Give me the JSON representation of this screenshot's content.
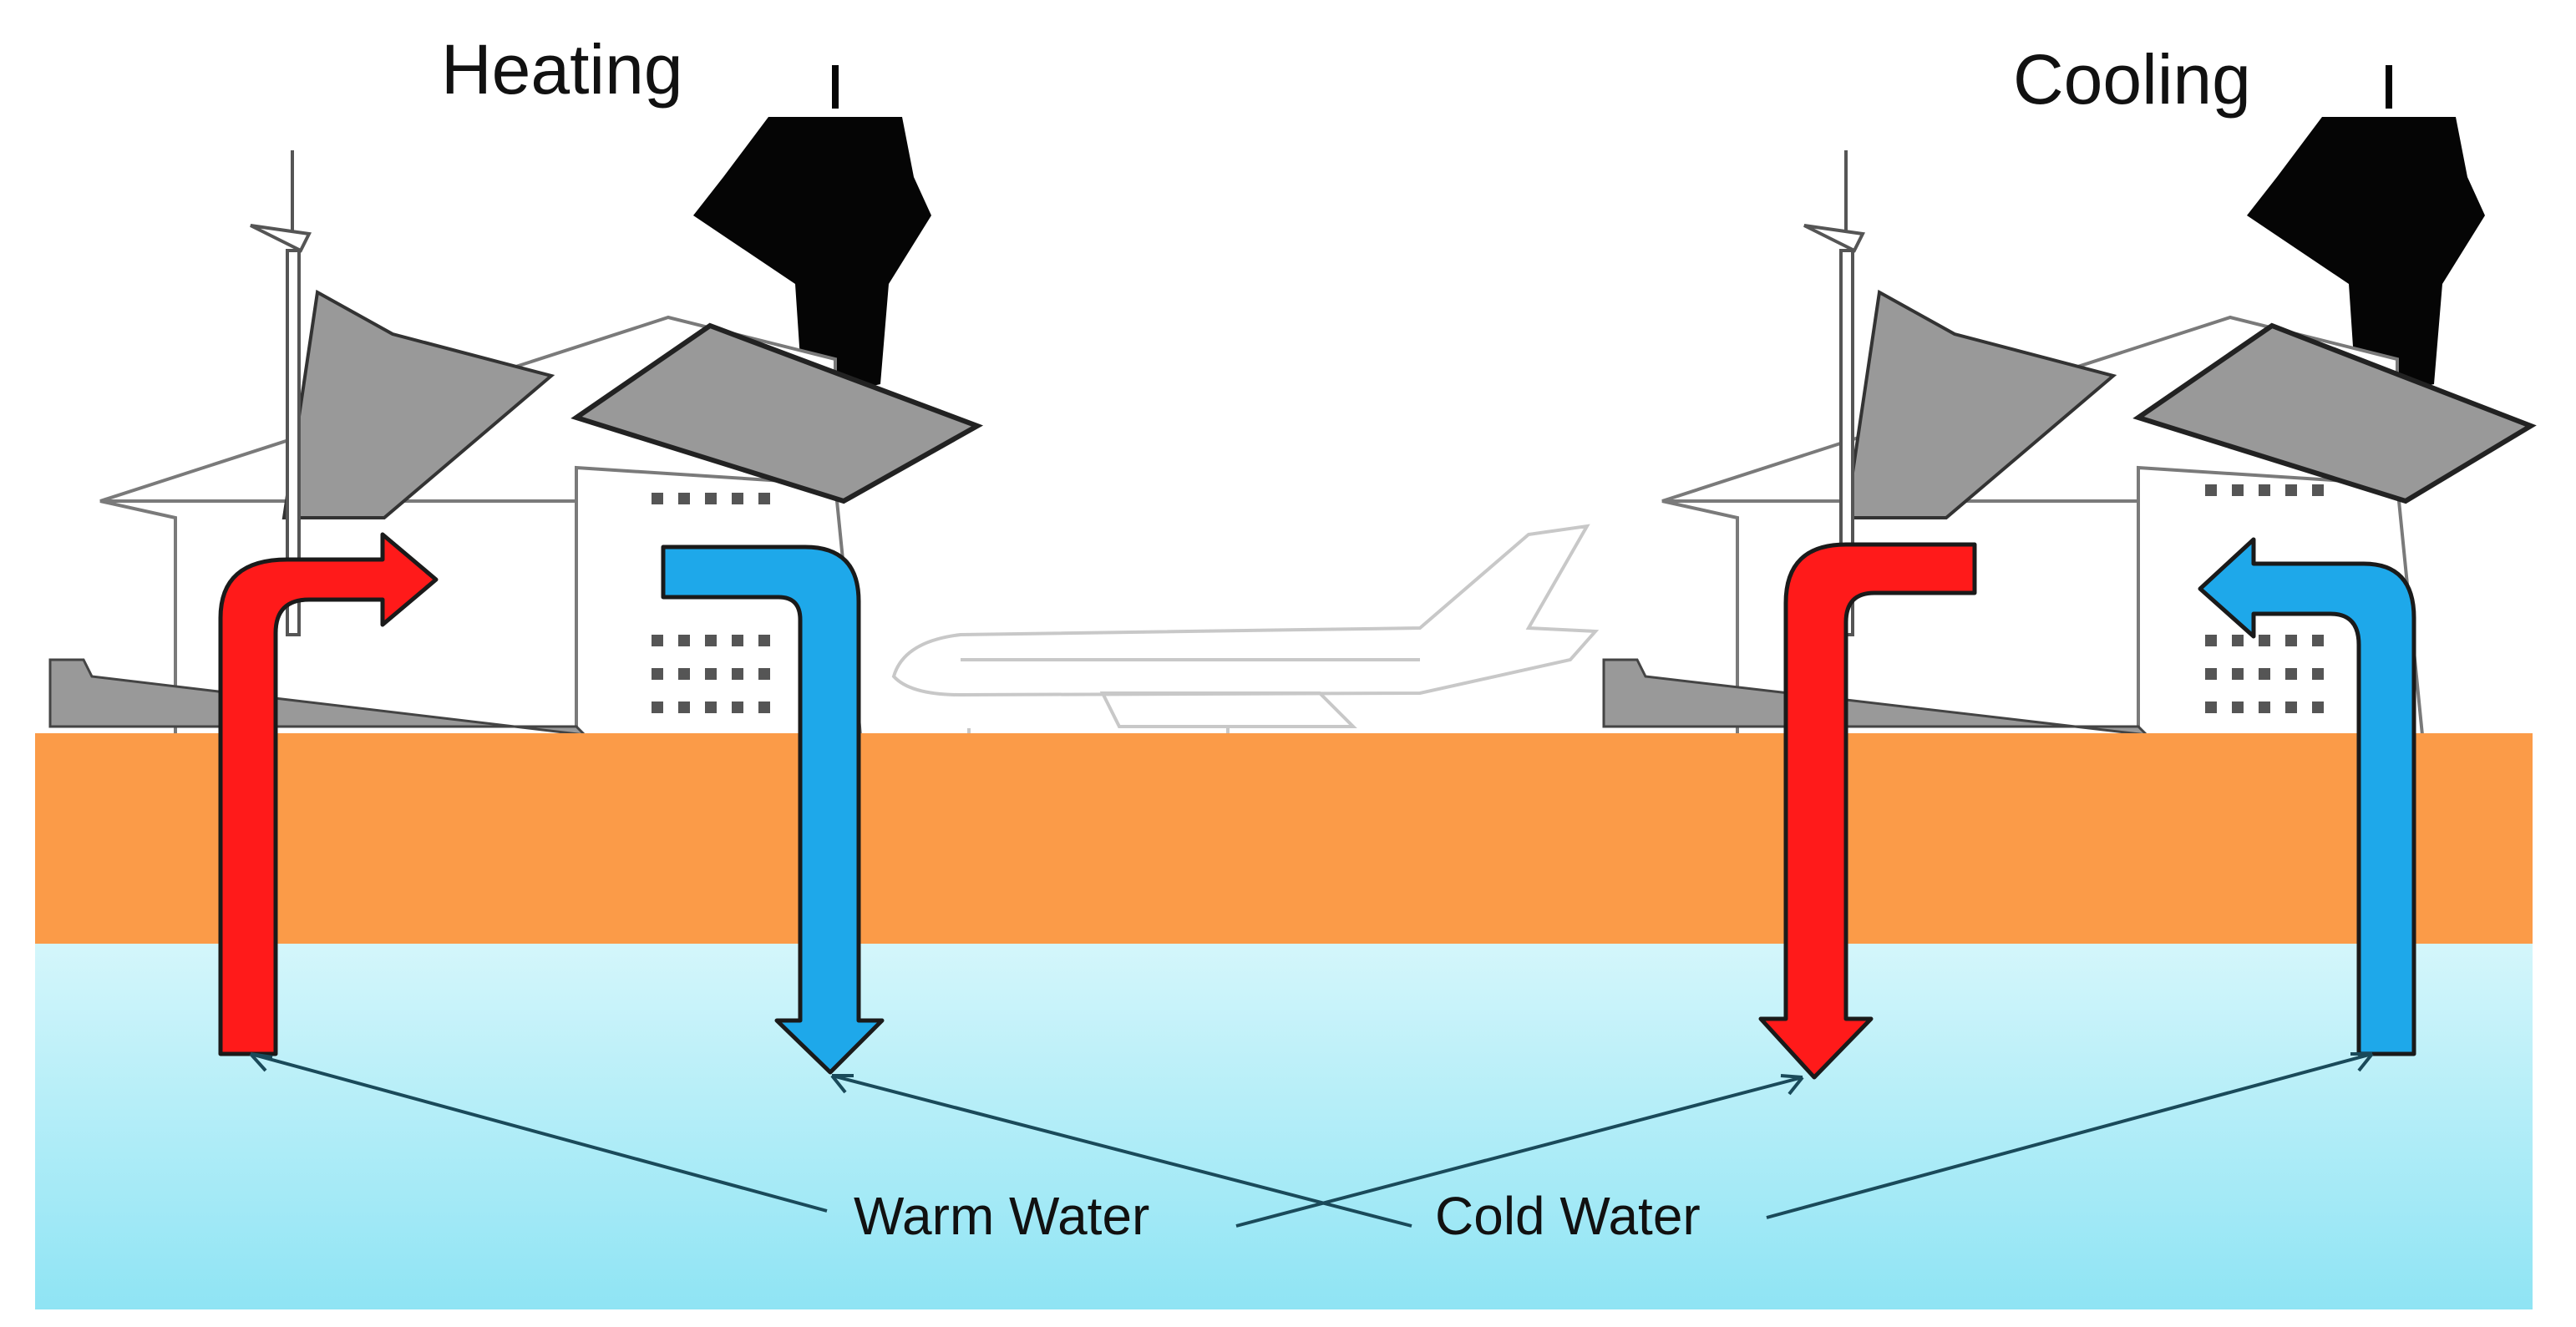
{
  "labels": {
    "heating": "Heating",
    "cooling": "Cooling",
    "warm_water": "Warm Water",
    "cold_water": "Cold Water"
  },
  "colors": {
    "warm": "#ff1a1a",
    "cold": "#1ea8ea",
    "soil": "#fb9b48",
    "water_top": "#d4f6fb",
    "water_bottom": "#8fe4f4",
    "tower": "#050505",
    "roof": "#999999"
  },
  "icons": [
    "control-tower-icon",
    "airplane-icon",
    "wind-turbine-icon",
    "terminal-building-icon"
  ]
}
